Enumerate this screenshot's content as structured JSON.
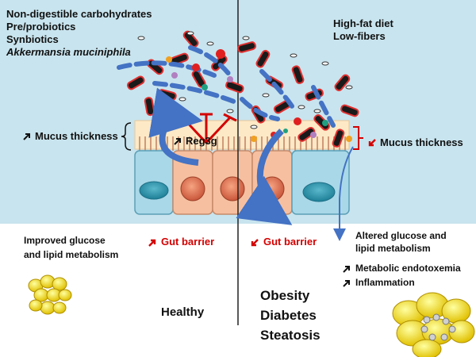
{
  "left_treatments": {
    "line1": "Non-digestible carbohydrates",
    "line2": "Pre/probiotics",
    "line3": "Synbiotics",
    "line4": "Akkermansia muciniphila"
  },
  "right_diet": {
    "line1": "High-fat diet",
    "line2": "Low-fibers"
  },
  "left_mucus": "Mucus thickness",
  "right_mucus": "Mucus thickness",
  "reg3g": "Reg3g",
  "left_gut_barrier": "Gut barrier",
  "right_gut_barrier": "Gut barrier",
  "left_metabolism": {
    "line1": "Improved glucose",
    "line2": "and lipid metabolism"
  },
  "right_metabolism": {
    "line1": "Altered glucose and",
    "line2": "lipid metabolism"
  },
  "right_effects": {
    "endotoxemia": "Metabolic endotoxemia",
    "inflammation": "Inflammation"
  },
  "healthy": "Healthy",
  "disease": {
    "line1": "Obesity",
    "line2": "Diabetes",
    "line3": "Steatosis"
  },
  "colors": {
    "lumen": "#c8e4ee",
    "mucus": "#fde9c6",
    "cell_blue": "#a9d8e8",
    "cell_orange": "#f6c0a0",
    "arrow_blue": "#4472c4",
    "red_accent": "#d40000",
    "fat": "#ffe600"
  }
}
